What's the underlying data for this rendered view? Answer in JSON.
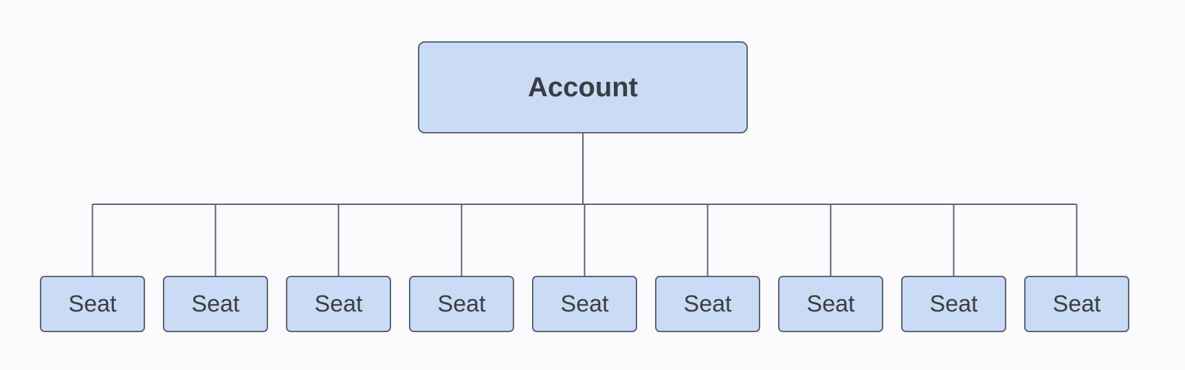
{
  "diagram": {
    "type": "org-tree",
    "root": {
      "label": "Account"
    },
    "children": [
      {
        "label": "Seat"
      },
      {
        "label": "Seat"
      },
      {
        "label": "Seat"
      },
      {
        "label": "Seat"
      },
      {
        "label": "Seat"
      },
      {
        "label": "Seat"
      },
      {
        "label": "Seat"
      },
      {
        "label": "Seat"
      },
      {
        "label": "Seat"
      }
    ],
    "colors": {
      "node_fill": "#c9dbf5",
      "node_border": "#5b6270",
      "connector": "#5b6270",
      "text": "#3b3d42",
      "background": "#fbfbfd"
    }
  }
}
